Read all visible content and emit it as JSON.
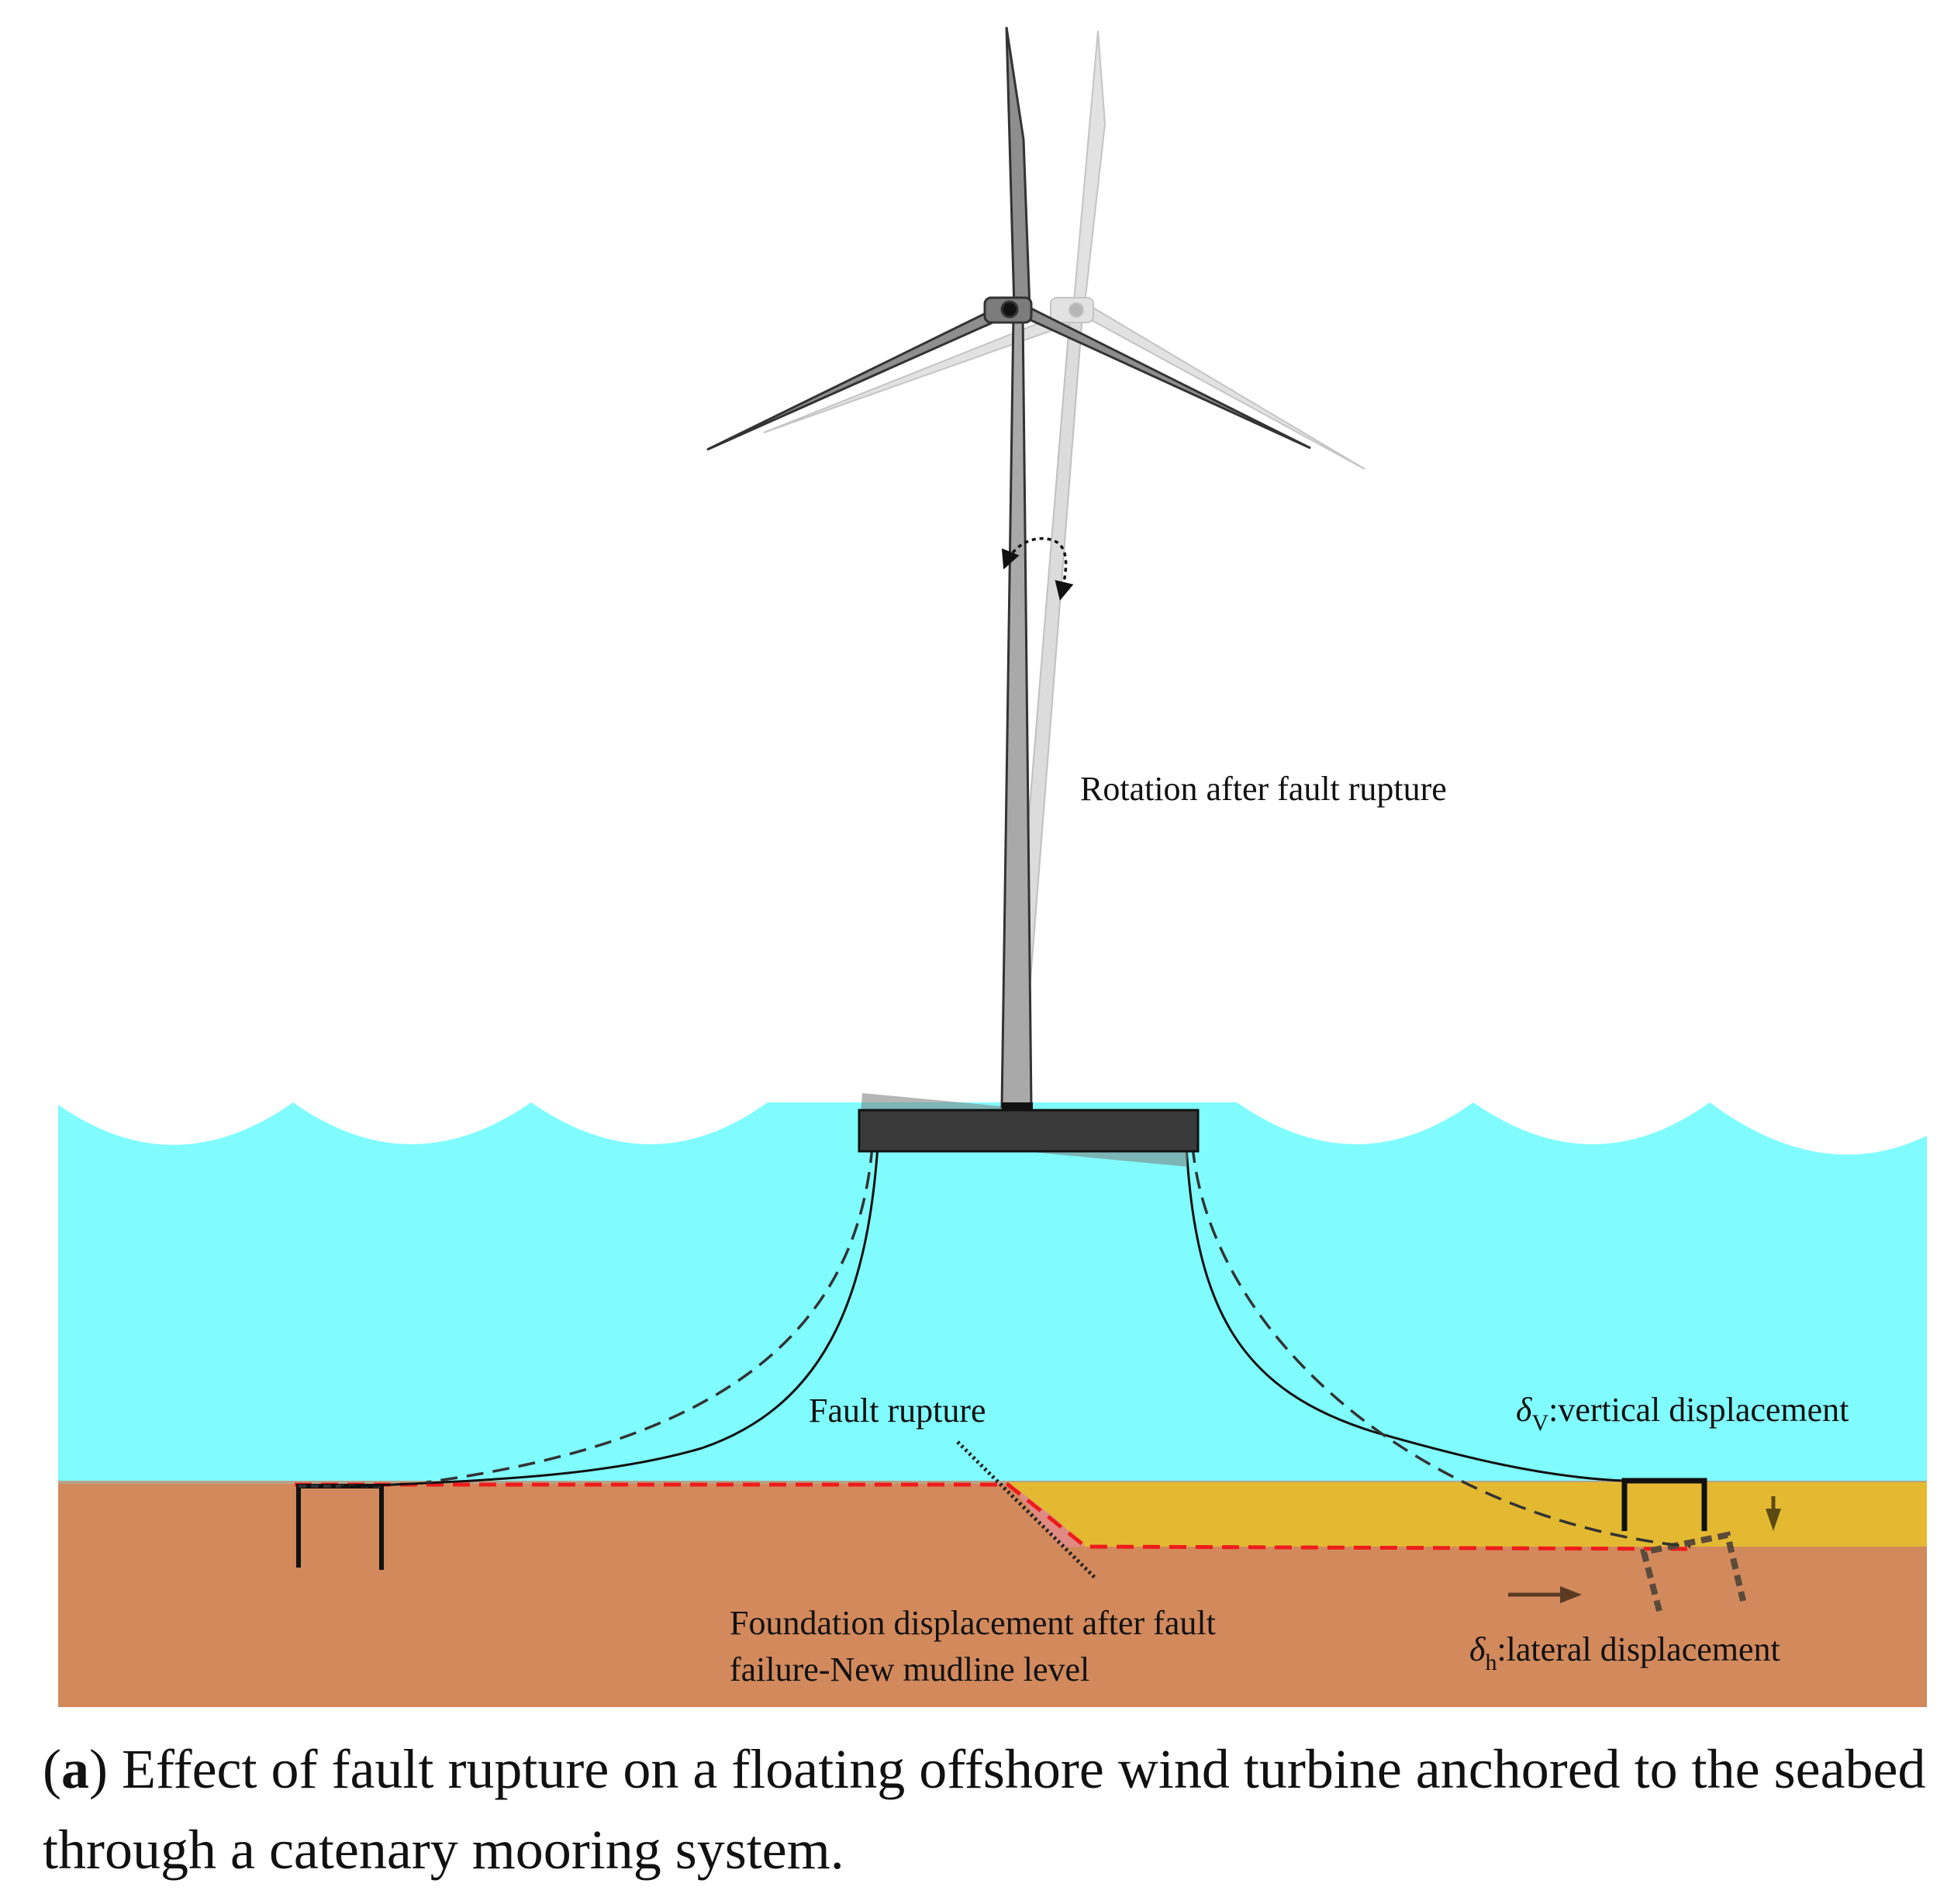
{
  "labels": {
    "rotation": "Rotation after fault rupture",
    "fault": "Fault rupture",
    "vertical_symbol": "δ",
    "vertical_sub": "V",
    "vertical_text": ":vertical displacement",
    "lateral_symbol": "δ",
    "lateral_sub": "h",
    "lateral_text": ":lateral displacement",
    "foundation_line1": "Foundation displacement after fault",
    "foundation_line2": "failure-New mudline level"
  },
  "caption": {
    "open_paren": "(",
    "letter": "a",
    "close_paren": ")",
    "text": " Effect of fault rupture on a floating offshore wind turbine anchored to the seabed through a catenary mooring system."
  },
  "colors": {
    "water": "#80fcff",
    "seabed": "#d2895c",
    "displaced_block": "#e3b932",
    "fault_line": "#ee1c1c",
    "platform": "#3a3a3a",
    "tower": "#a9a9a9",
    "tower_ghost": "#dcdcdc",
    "arrow_brown": "#5a3a22",
    "arrow_olive": "#5b4a12"
  }
}
